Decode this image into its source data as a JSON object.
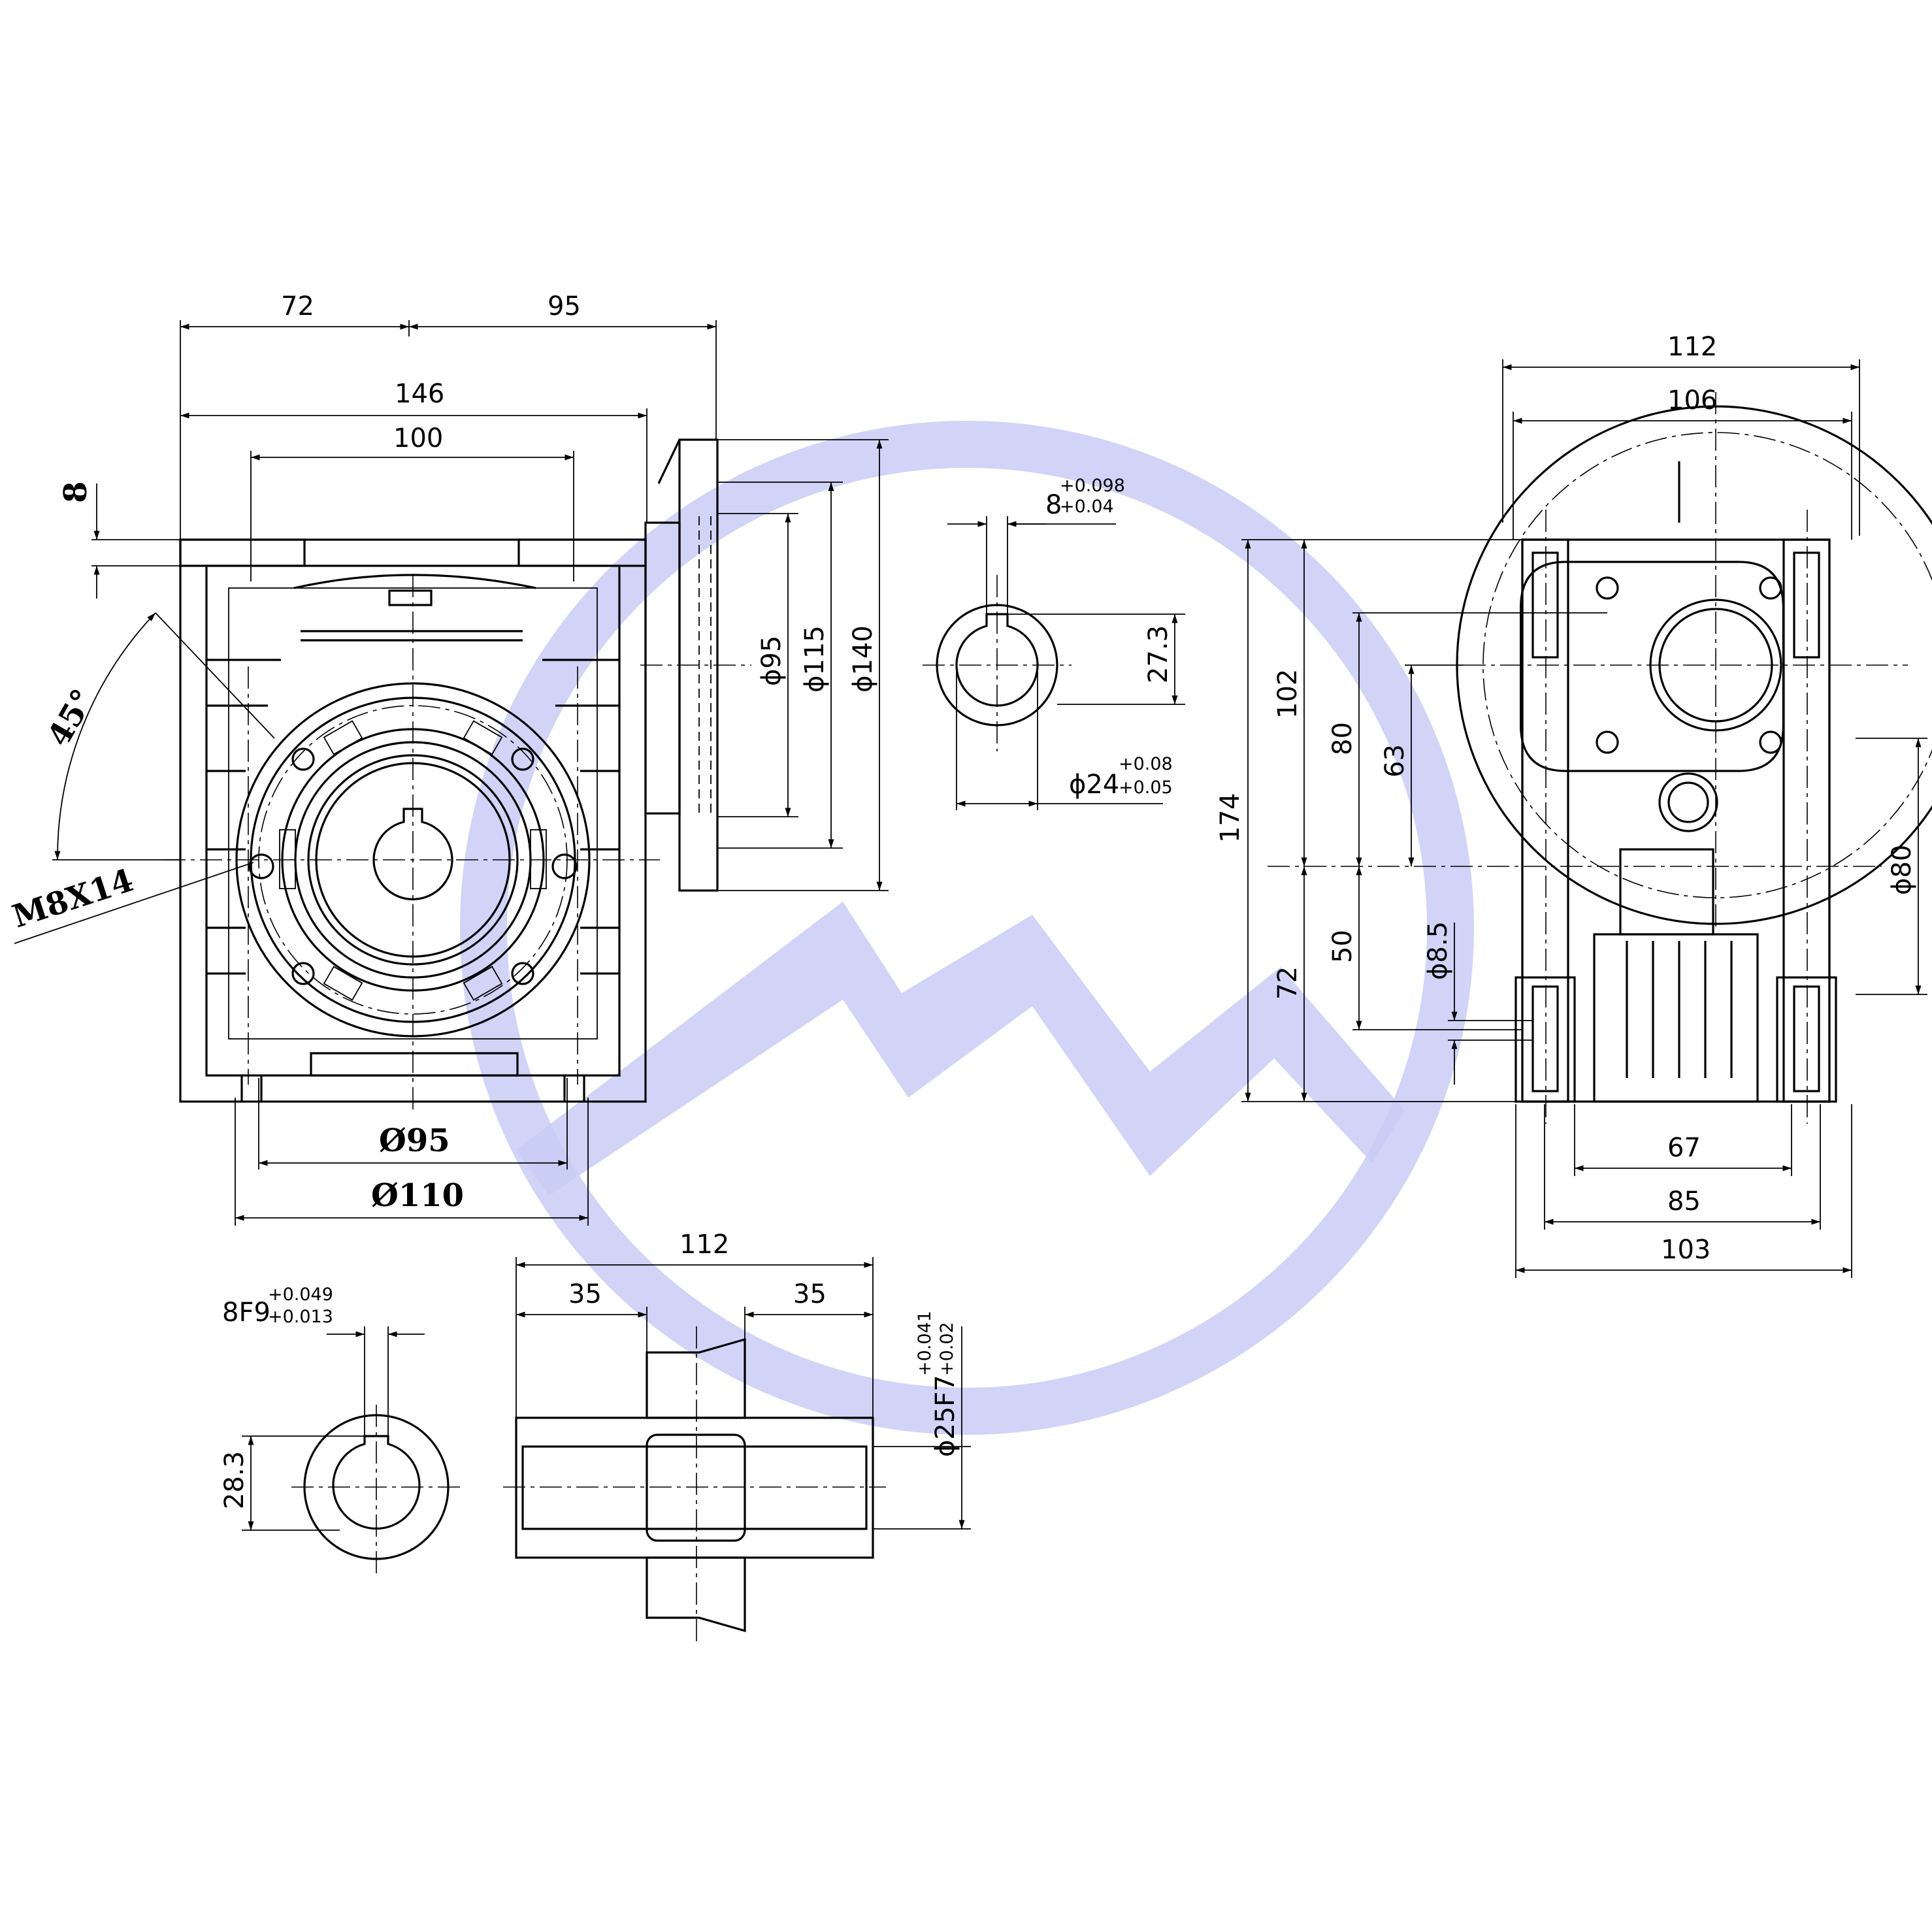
{
  "drawing": {
    "front_view": {
      "dims_top": [
        "72",
        "95"
      ],
      "dim_overall": "146",
      "dim_inner": "100",
      "dim_left": "8",
      "angle": "45°",
      "thread": "M8X14",
      "dim_bottom_inner": "Ø95",
      "dim_bottom_outer": "Ø110"
    },
    "flange_view": {
      "dim_d1": "ϕ95",
      "dim_d2": "ϕ115",
      "dim_d3": "ϕ140"
    },
    "input_shaft": {
      "key_width": "8",
      "key_tol_upper": "+0.098",
      "key_tol_lower": "+0.04",
      "key_height": "27.3",
      "bore": "ϕ24",
      "bore_tol_upper": "+0.08",
      "bore_tol_lower": "+0.05"
    },
    "side_view": {
      "dim_width_outer": "112",
      "dim_width_inner": "106",
      "dim_h_total": "174",
      "dim_h_102": "102",
      "dim_h_80": "80",
      "dim_h_63": "63",
      "dim_h_50": "50",
      "dim_h_72": "72",
      "dim_hole": "ϕ8.5",
      "dim_pilot": "ϕ80",
      "dim_base_67": "67",
      "dim_base_85": "85",
      "dim_base_103": "103"
    },
    "output_bore": {
      "key_fit": "8F9",
      "key_tol_upper": "+0.049",
      "key_tol_lower": "+0.013",
      "key_height": "28.3"
    },
    "hollow_shaft": {
      "dim_length": "112",
      "dim_left": "35",
      "dim_right": "35",
      "bore_fit": "ϕ25F7",
      "bore_tol_upper": "+0.041",
      "bore_tol_lower": "+0.02"
    }
  },
  "watermark": {
    "color": "#c9cdf6"
  }
}
